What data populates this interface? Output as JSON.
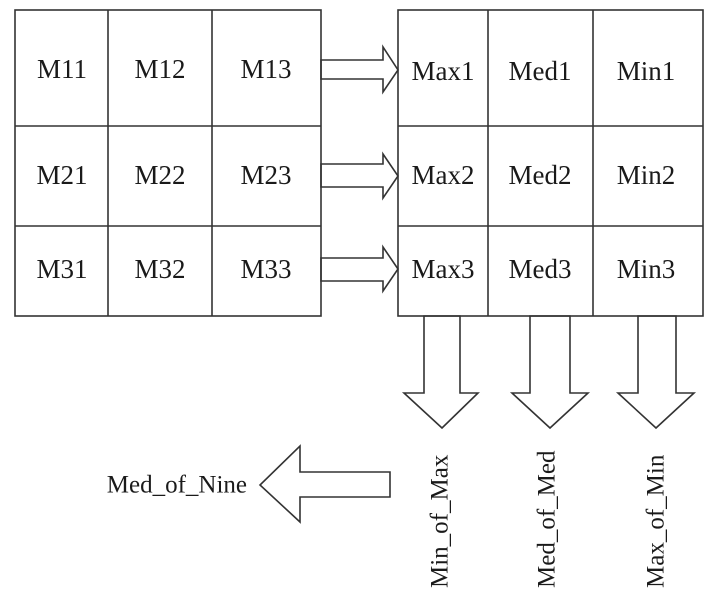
{
  "input_matrix": {
    "rows": [
      [
        "M11",
        "M12",
        "M13"
      ],
      [
        "M21",
        "M22",
        "M23"
      ],
      [
        "M31",
        "M32",
        "M33"
      ]
    ]
  },
  "sorted_matrix": {
    "rows": [
      [
        "Max1",
        "Med1",
        "Min1"
      ],
      [
        "Max2",
        "Med2",
        "Min2"
      ],
      [
        "Max3",
        "Med3",
        "Min3"
      ]
    ]
  },
  "column_outputs": [
    "Min_of_Max",
    "Med_of_Med",
    "Max_of_Min"
  ],
  "final_output": "Med_of_Nine"
}
